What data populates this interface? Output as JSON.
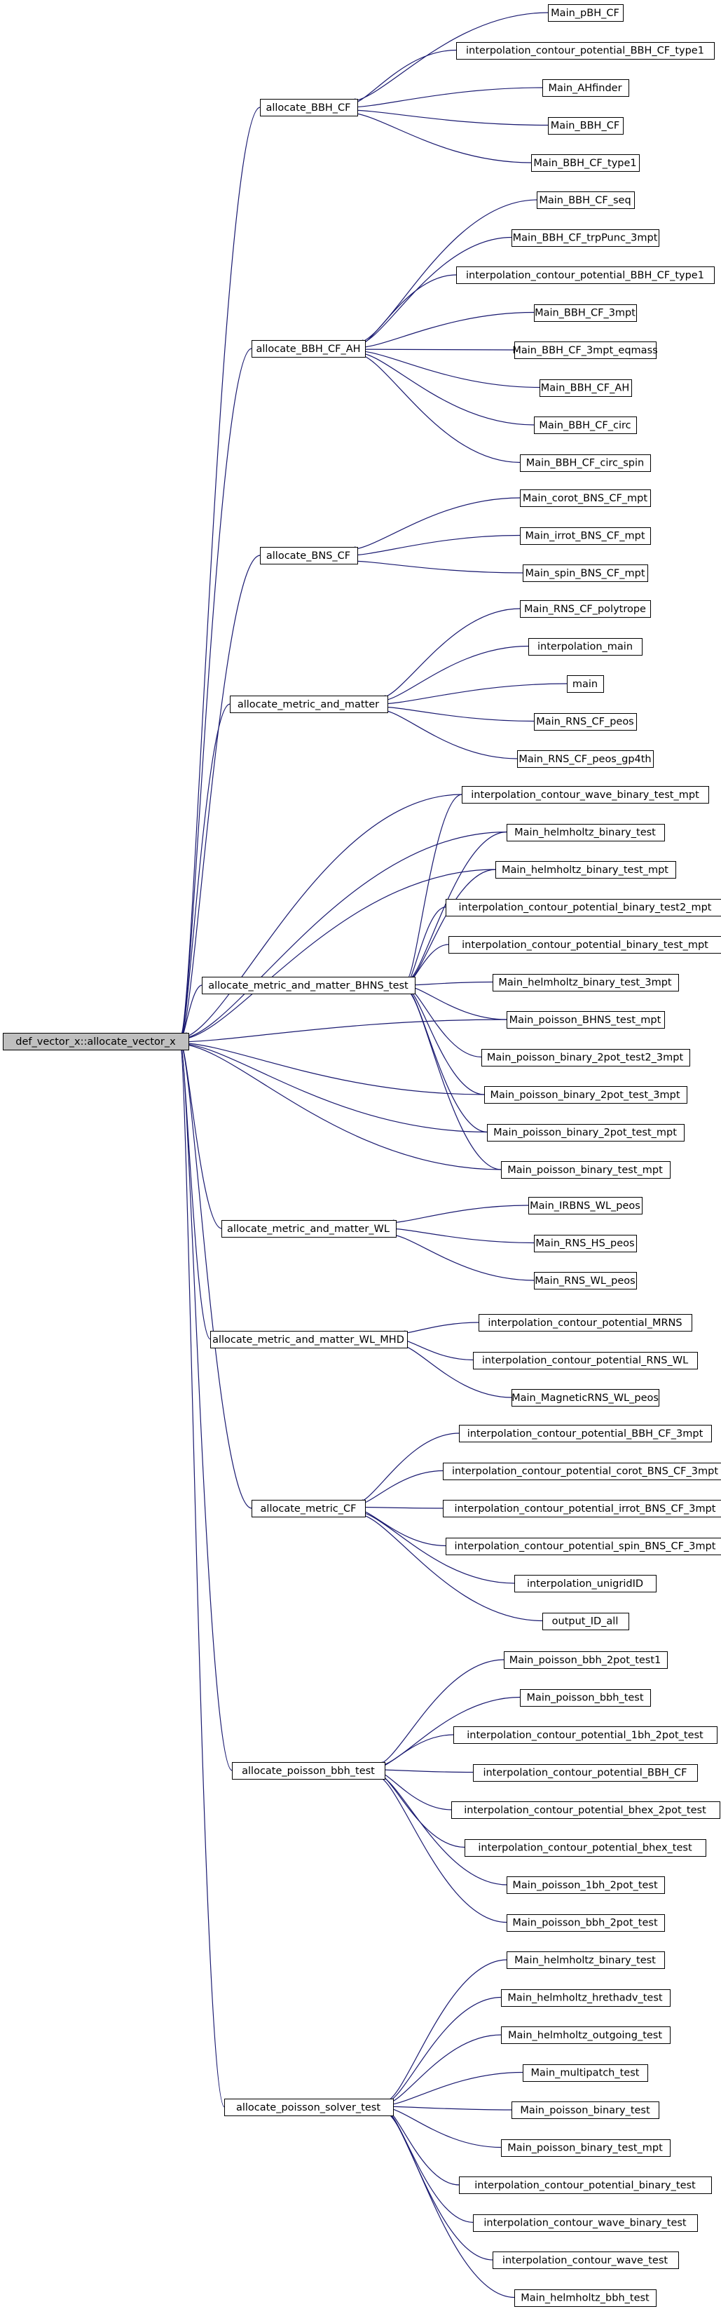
{
  "root": "def_vector_x::allocate_vector_x",
  "groups": [
    {
      "name": "allocate_BBH_CF",
      "callers": [
        "Main_pBH_CF",
        "interpolation_contour_potential_BBH_CF_type1",
        "Main_AHfinder",
        "Main_BBH_CF",
        "Main_BBH_CF_type1"
      ]
    },
    {
      "name": "allocate_BBH_CF_AH",
      "callers": [
        "Main_BBH_CF_seq",
        "Main_BBH_CF_trpPunc_3mpt",
        "interpolation_contour_potential_BBH_CF_type1",
        "Main_BBH_CF_3mpt",
        "Main_BBH_CF_3mpt_eqmass",
        "Main_BBH_CF_AH",
        "Main_BBH_CF_circ",
        "Main_BBH_CF_circ_spin"
      ]
    },
    {
      "name": "allocate_BNS_CF",
      "callers": [
        "Main_corot_BNS_CF_mpt",
        "Main_irrot_BNS_CF_mpt",
        "Main_spin_BNS_CF_mpt"
      ]
    },
    {
      "name": "allocate_metric_and_matter",
      "callers": [
        "Main_RNS_CF_polytrope",
        "interpolation_main",
        "main",
        "Main_RNS_CF_peos",
        "Main_RNS_CF_peos_gp4th"
      ]
    },
    {
      "name": "allocate_metric_and_matter_BHNS_test",
      "callers": [
        "interpolation_contour_wave_binary_test_mpt",
        "Main_helmholtz_binary_test",
        "Main_helmholtz_binary_test_mpt",
        "interpolation_contour_potential_binary_test2_mpt",
        "interpolation_contour_potential_binary_test_mpt",
        "Main_helmholtz_binary_test_3mpt",
        "Main_poisson_BHNS_test_mpt",
        "Main_poisson_binary_2pot_test2_3mpt",
        "Main_poisson_binary_2pot_test_3mpt",
        "Main_poisson_binary_2pot_test_mpt",
        "Main_poisson_binary_test_mpt"
      ]
    },
    {
      "name": "allocate_metric_and_matter_WL",
      "callers": [
        "Main_IRBNS_WL_peos",
        "Main_RNS_HS_peos",
        "Main_RNS_WL_peos"
      ]
    },
    {
      "name": "allocate_metric_and_matter_WL_MHD",
      "callers": [
        "interpolation_contour_potential_MRNS",
        "interpolation_contour_potential_RNS_WL",
        "Main_MagneticRNS_WL_peos"
      ]
    },
    {
      "name": "allocate_metric_CF",
      "callers": [
        "interpolation_contour_potential_BBH_CF_3mpt",
        "interpolation_contour_potential_corot_BNS_CF_3mpt",
        "interpolation_contour_potential_irrot_BNS_CF_3mpt",
        "interpolation_contour_potential_spin_BNS_CF_3mpt",
        "interpolation_unigridID",
        "output_ID_all"
      ]
    },
    {
      "name": "allocate_poisson_bbh_test",
      "callers": [
        "Main_poisson_bbh_2pot_test1",
        "Main_poisson_bbh_test",
        "interpolation_contour_potential_1bh_2pot_test",
        "interpolation_contour_potential_BBH_CF",
        "interpolation_contour_potential_bhex_2pot_test",
        "interpolation_contour_potential_bhex_test",
        "Main_poisson_1bh_2pot_test",
        "Main_poisson_bbh_2pot_test"
      ]
    },
    {
      "name": "allocate_poisson_solver_test",
      "callers": [
        "Main_helmholtz_binary_test",
        "Main_helmholtz_hrethadv_test",
        "Main_helmholtz_outgoing_test",
        "Main_multipatch_test",
        "Main_poisson_binary_test",
        "Main_poisson_binary_test_mpt",
        "interpolation_contour_potential_binary_test",
        "interpolation_contour_wave_binary_test",
        "interpolation_contour_wave_test",
        "Main_helmholtz_bbh_test"
      ]
    }
  ]
}
